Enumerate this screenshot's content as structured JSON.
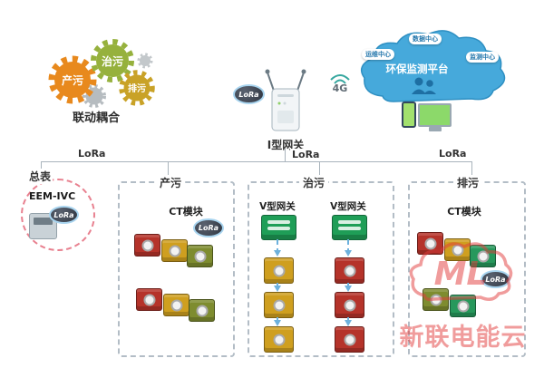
{
  "diagram": {
    "gears": {
      "items": [
        {
          "label": "产污",
          "color": "#e8891d"
        },
        {
          "label": "治污",
          "color": "#96b13d"
        },
        {
          "label": "排污",
          "color": "#c9a227"
        }
      ],
      "caption": "联动耦合"
    },
    "gateway": {
      "label": "I型网关",
      "lora": "LoRa",
      "network": "4G"
    },
    "cloud": {
      "title": "环保监测平台",
      "nodes": [
        "数据中心",
        "运维中心",
        "监测中心"
      ]
    },
    "bus": {
      "lora_labels": [
        "LoRa",
        "LoRa",
        "LoRa"
      ]
    },
    "meter": {
      "title": "总表",
      "model": "EEM-IVC",
      "lora": "LoRa"
    },
    "zones": [
      {
        "label": "产污",
        "module_label": "CT模块",
        "lora": "LoRa"
      },
      {
        "label": "治污",
        "gateways": [
          "V型网关",
          "V型网关"
        ]
      },
      {
        "label": "排污",
        "module_label": "CT模块",
        "lora": "LoRa"
      }
    ],
    "watermark": {
      "logo": "ML",
      "text": "新联电能云"
    },
    "colors": {
      "cloud_blue": "#46a9db",
      "gear_orange": "#e8891d",
      "gear_green": "#96b13d",
      "gear_gold": "#c9a227",
      "module_red": "#b5332a",
      "module_yellow": "#cf9f1f",
      "module_olive": "#7e8c2f",
      "module_green": "#27985c",
      "badge_dark": "#3d4450",
      "watermark_red": "#e23b3b",
      "dashed_pink": "#e8808f"
    }
  }
}
